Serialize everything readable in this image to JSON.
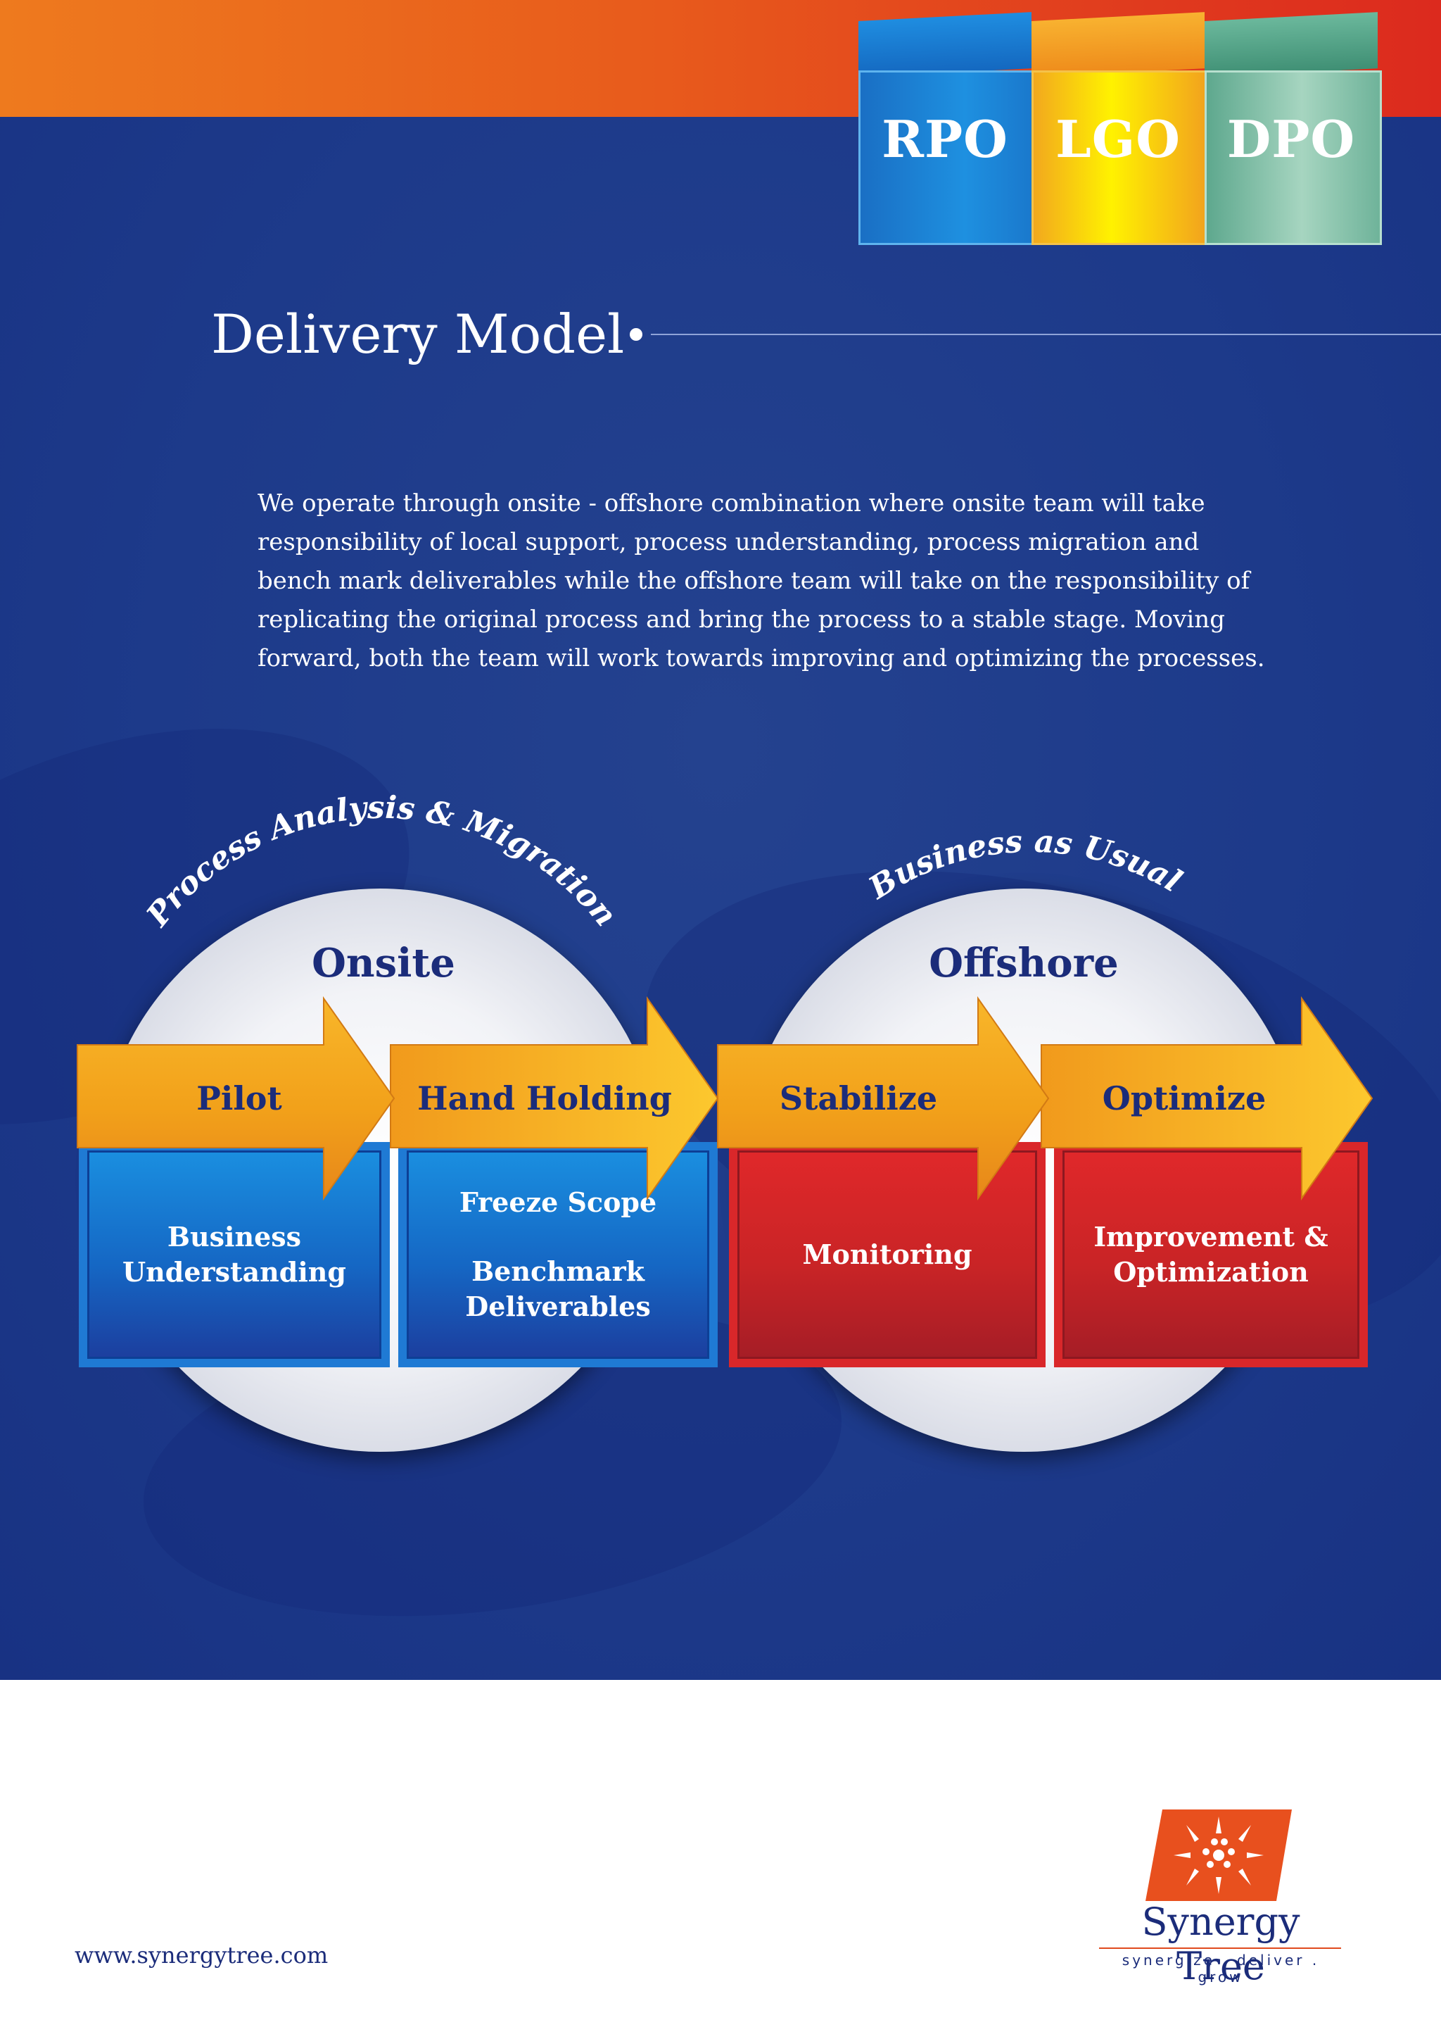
{
  "header": {
    "tiles": [
      {
        "label": "RPO",
        "color": "#1e8fe0"
      },
      {
        "label": "LGO",
        "color": "#fff200"
      },
      {
        "label": "DPO",
        "color": "#8cc9b0"
      }
    ]
  },
  "section": {
    "title": "Delivery Model",
    "intro": "We operate through onsite - offshore combination where onsite team will take responsibility of local support, process understanding, process migration and bench mark deliverables while the offshore team will take on the responsibility of replicating the original process and bring the process to a stable stage. Moving forward, both the team will work towards improving and optimizing the processes."
  },
  "diagram": {
    "arcs": {
      "onsite": "Process Analysis & Migration",
      "offshore": "Business as Usual"
    },
    "circles": {
      "onsite": "Onsite",
      "offshore": "Offshore"
    },
    "stages": [
      {
        "label": "Pilot"
      },
      {
        "label": "Hand Holding"
      },
      {
        "label": "Stabilize"
      },
      {
        "label": "Optimize"
      }
    ],
    "boxes": {
      "b1_line1": "Business",
      "b1_line2": "Understanding",
      "b2_item1": "Freeze Scope",
      "b2_item2_line1": "Benchmark",
      "b2_item2_line2": "Deliverables",
      "b3": "Monitoring",
      "b4_line1": "Improvement &",
      "b4_line2": "Optimization"
    },
    "colors": {
      "arrow": "#f5a81c",
      "onsite_box": "#1a78d0",
      "offshore_box": "#d0262a",
      "text_dark": "#1b2c7a"
    }
  },
  "footer": {
    "website": "www.synergytree.com",
    "brand": "Synergy Tree",
    "tagline": "synergize . deliver . grow",
    "logo_icon": "sunburst-logo-icon",
    "logo_color": "#e8501e"
  }
}
